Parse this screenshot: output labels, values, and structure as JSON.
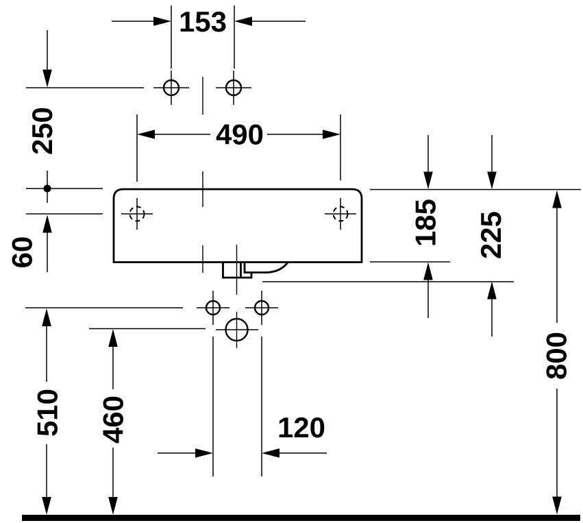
{
  "drawing": {
    "type": "technical-installation-drawing",
    "subject": "wall-mounted-washbasin-front-view",
    "background_color": "#ffffff",
    "line_color": "#000000",
    "dimensions": {
      "tap_hole_spacing": "153",
      "tap_line_to_rim": "250",
      "rim_to_fixing_holes": "60",
      "fixing_hole_spacing": "490",
      "rim_to_basin_bottom": "185",
      "rim_to_outlet_bottom": "225",
      "rim_to_floor": "800",
      "supply_lines_to_floor": "510",
      "outlet_center_to_floor": "460",
      "supply_line_spacing": "120"
    }
  }
}
